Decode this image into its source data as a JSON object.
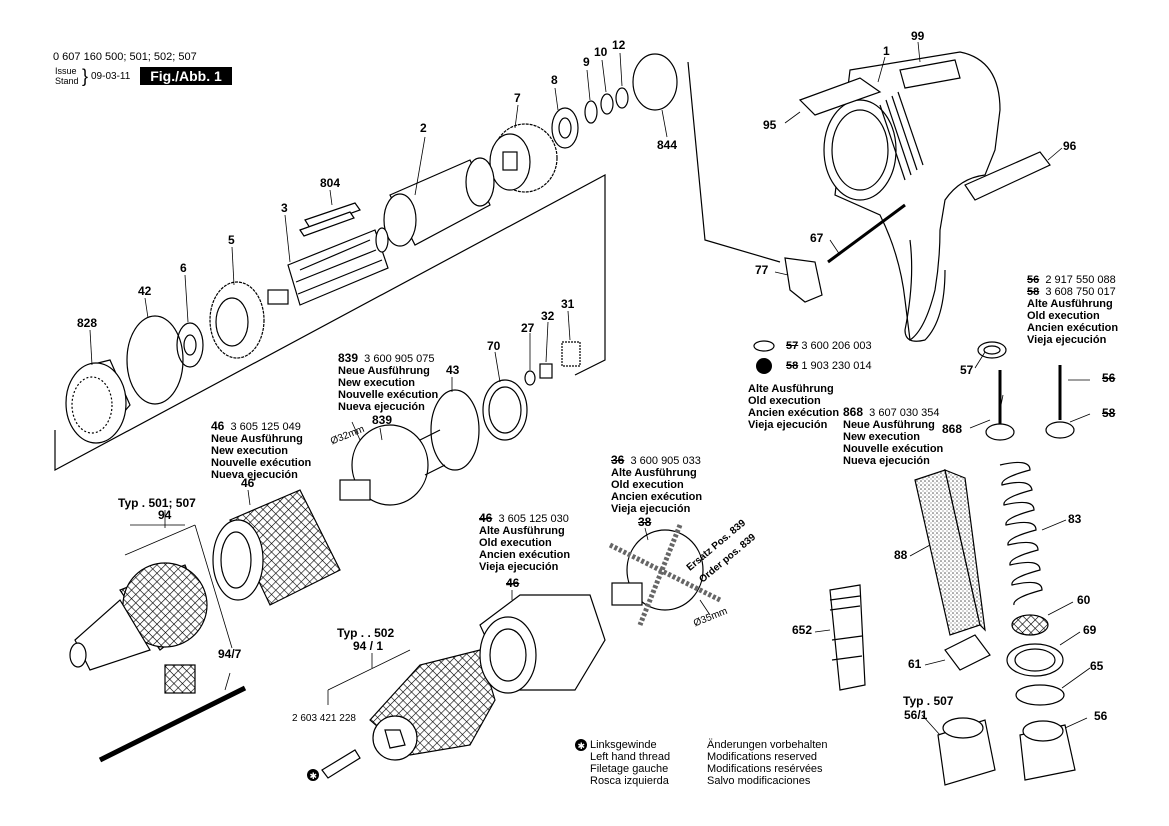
{
  "header": {
    "part_numbers": "0 607 160 500; 501; 502; 507",
    "issue_label": "Issue",
    "stand_label": "Stand",
    "issue_date": "09-03-11",
    "fig_label": "Fig./Abb. 1"
  },
  "labels": {
    "l1": "1",
    "l99": "99",
    "l95": "95",
    "l96": "96",
    "l67": "67",
    "l77": "77",
    "l2": "2",
    "l3": "3",
    "l5": "5",
    "l6": "6",
    "l7": "7",
    "l8": "8",
    "l9": "9",
    "l10": "10",
    "l12": "12",
    "l844": "844",
    "l804": "804",
    "l42": "42",
    "l828": "828",
    "l27": "27",
    "l31": "31",
    "l32": "32",
    "l70": "70",
    "l43": "43",
    "l839": "839",
    "l46": "46",
    "l94": "94",
    "l94_7": "94/7",
    "l94_1": "94 / 1",
    "l57": "57",
    "l56": "56",
    "l868": "868",
    "l83": "83",
    "l88": "88",
    "l60": "60",
    "l69": "69",
    "l65": "65",
    "l61": "61",
    "l652": "652",
    "l56_1": "56/1",
    "l56b": "56",
    "l38": "38",
    "l46s": "46",
    "l56s": "56",
    "l58s": "58",
    "d32": "Ø32mm",
    "d35": "Ø35mm",
    "ersatz": "Ersatz Pos. 839",
    "order": "Order pos. 839"
  },
  "typ": {
    "t501": "Typ . 501;  507",
    "t502": "Typ . . 502",
    "t507": "Typ . 507",
    "screw_pn": "2 603 421 228"
  },
  "blocks": {
    "b839": {
      "num": "839",
      "pn": "3 600 905 075",
      "lines": [
        "Neue Ausführung",
        "New execution",
        "Nouvelle exécution",
        "Nueva ejecución"
      ]
    },
    "b46": {
      "num": "46",
      "pn": "3 605 125 049",
      "lines": [
        "Neue Ausführung",
        "New execution",
        "Nouvelle exécution",
        "Nueva ejecución"
      ]
    },
    "b36": {
      "num": "36",
      "pn": "3 600 905 033",
      "lines": [
        "Alte Ausführung",
        "Old execution",
        "Ancien exécution",
        "Vieja ejecución"
      ]
    },
    "b46old": {
      "num": "46",
      "pn": "3 605 125 030",
      "lines": [
        "Alte Ausführung",
        "Old execution",
        "Ancien exécution",
        "Vieja ejecución"
      ]
    },
    "b57": {
      "num": "57",
      "pn": "3 600 206 003"
    },
    "b58": {
      "num": "58",
      "pn": "1 903 230 014"
    },
    "b_old": {
      "lines": [
        "Alte Ausführung",
        "Old execution",
        "Ancien exécution",
        "Vieja ejecución"
      ]
    },
    "b868": {
      "num": "868",
      "pn": "3 607 030 354",
      "lines": [
        "Neue Ausführung",
        "New execution",
        "Nouvelle exécution",
        "Nueva ejecución"
      ]
    },
    "b56_58": {
      "num1": "56",
      "pn1": "2 917 550 088",
      "num2": "58",
      "pn2": "3 608 750 017",
      "lines": [
        "Alte Ausführung",
        "Old execution",
        "Ancien exécution",
        "Vieja ejecución"
      ]
    }
  },
  "footer": {
    "left": [
      "Linksgewinde",
      "Left hand thread",
      "Filetage gauche",
      "Rosca izquierda"
    ],
    "right": [
      "Änderungen vorbehalten",
      "Modifications reserved",
      "Modifications resérvées",
      "Salvo modificaciones"
    ]
  }
}
